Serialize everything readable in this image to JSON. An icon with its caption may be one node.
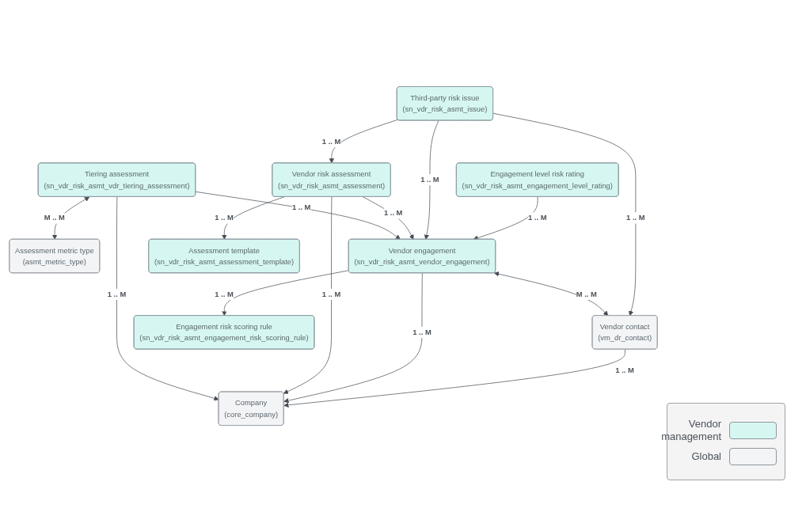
{
  "diagram": {
    "nodes": [
      {
        "text": [
          "Tiering assessment",
          "(sn_vdr_risk_asmt_vdr_tiering_assessment)"
        ]
      },
      {
        "text": [
          "Assessment metric type",
          "(asmt_metric_type)"
        ]
      },
      {
        "text": [
          "Company",
          "(core_company)"
        ]
      },
      {
        "text": [
          "Vendor risk assessment",
          "(sn_vdr_risk_asmt_assessment)"
        ]
      },
      {
        "text": [
          "Vendor engagement",
          "(sn_vdr_risk_asmt_vendor_engagement)"
        ]
      },
      {
        "text": [
          "Vendor contact",
          "(vm_dr_contact)"
        ]
      },
      {
        "text": [
          "Assessment template",
          "(sn_vdr_risk_asmt_assessment_template)"
        ]
      },
      {
        "text": [
          "Third-party risk issue",
          "(sn_vdr_risk_asmt_issue)"
        ]
      },
      {
        "text": [
          "Engagement risk scoring rule",
          "(sn_vdr_risk_asmt_engagement_risk_scoring_rule)"
        ]
      },
      {
        "text": [
          "Engagement level risk rating",
          "(sn_vdr_risk_asmt_engagement_level_rating)"
        ]
      }
    ],
    "edges": [
      {
        "from": 0,
        "to": 1,
        "arrow": "both",
        "label": "M .. M"
      },
      {
        "from": 0,
        "to": 2,
        "arrow": "to",
        "label": "1 .. M"
      },
      {
        "from": 0,
        "to": 4,
        "arrow": "to",
        "label": "1 .. M"
      },
      {
        "from": 3,
        "to": 2,
        "arrow": "to",
        "label": "1 .. M"
      },
      {
        "from": 3,
        "to": 6,
        "arrow": "to",
        "label": "1 .. M"
      },
      {
        "from": 3,
        "to": 4,
        "arrow": "to",
        "label": "1 .. M"
      },
      {
        "from": 4,
        "to": 2,
        "arrow": "to",
        "label": "1 .. M"
      },
      {
        "from": 4,
        "to": 5,
        "arrow": "both",
        "label": "M .. M"
      },
      {
        "from": 5,
        "to": 2,
        "arrow": "to",
        "label": "1 .. M"
      },
      {
        "from": 7,
        "to": 3,
        "arrow": "to",
        "label": "1 .. M"
      },
      {
        "from": 7,
        "to": 4,
        "arrow": "to",
        "label": "1 .. M"
      },
      {
        "from": 7,
        "to": 5,
        "arrow": "to",
        "label": "1 .. M"
      },
      {
        "from": 4,
        "to": 8,
        "arrow": "to",
        "label": "1 .. M"
      },
      {
        "from": 9,
        "to": 4,
        "arrow": "to",
        "label": "1 .. M"
      }
    ],
    "legend": [
      {
        "text": "Vendor management",
        "color": "#d6f7f1"
      },
      {
        "text": "Global",
        "color": "#f3f4f6"
      }
    ]
  }
}
